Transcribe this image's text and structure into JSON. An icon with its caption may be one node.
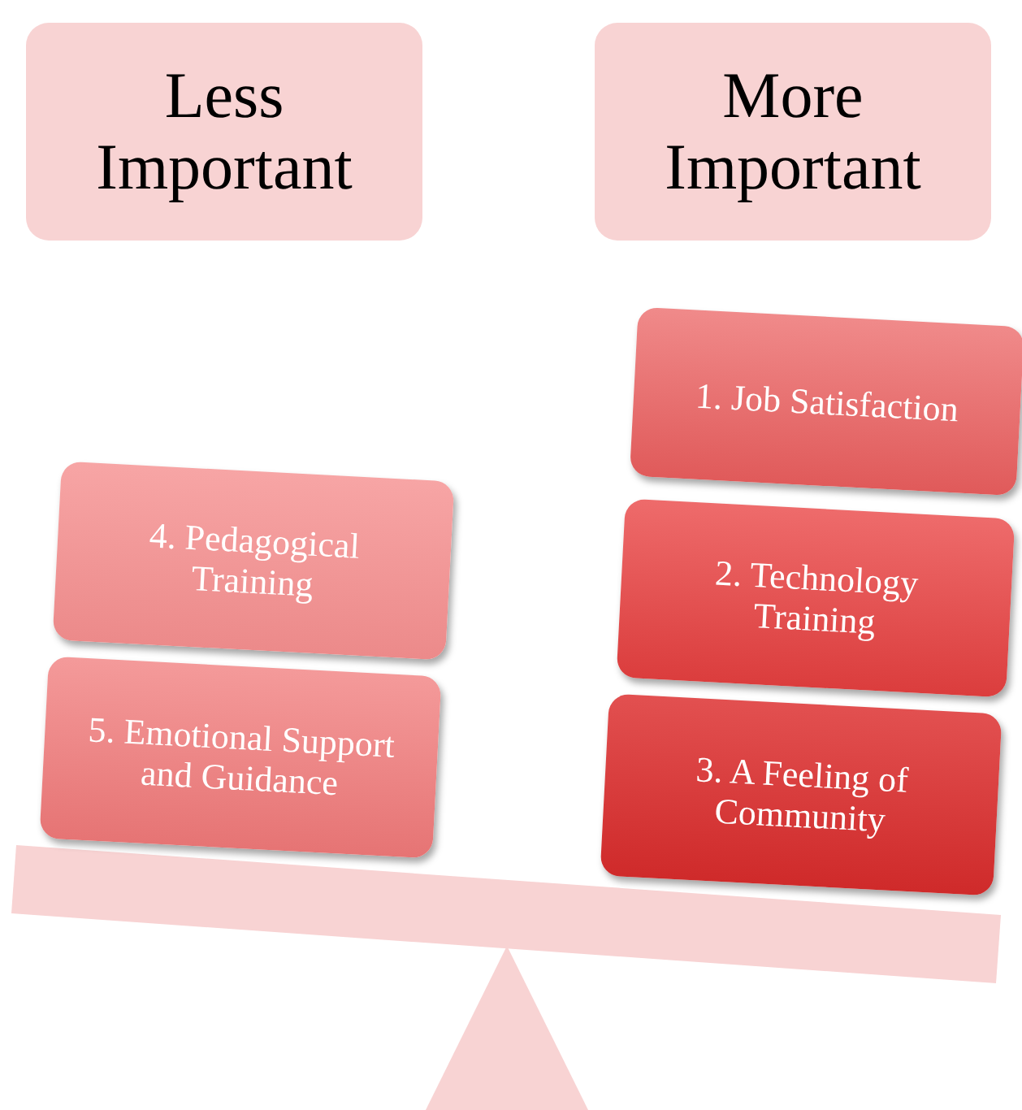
{
  "diagram": {
    "nodes": [
      {
        "text": [
          "Less Important"
        ]
      },
      {
        "text": [
          "More Important"
        ]
      },
      {
        "text": [
          "1. Job Satisfaction"
        ]
      },
      {
        "text": [
          "2. Technology Training"
        ]
      },
      {
        "text": [
          "3. A Feeling of Community"
        ]
      },
      {
        "text": [
          "4. Pedagogical Training"
        ]
      },
      {
        "text": [
          "5. Emotional Support and Guidance"
        ]
      }
    ]
  }
}
